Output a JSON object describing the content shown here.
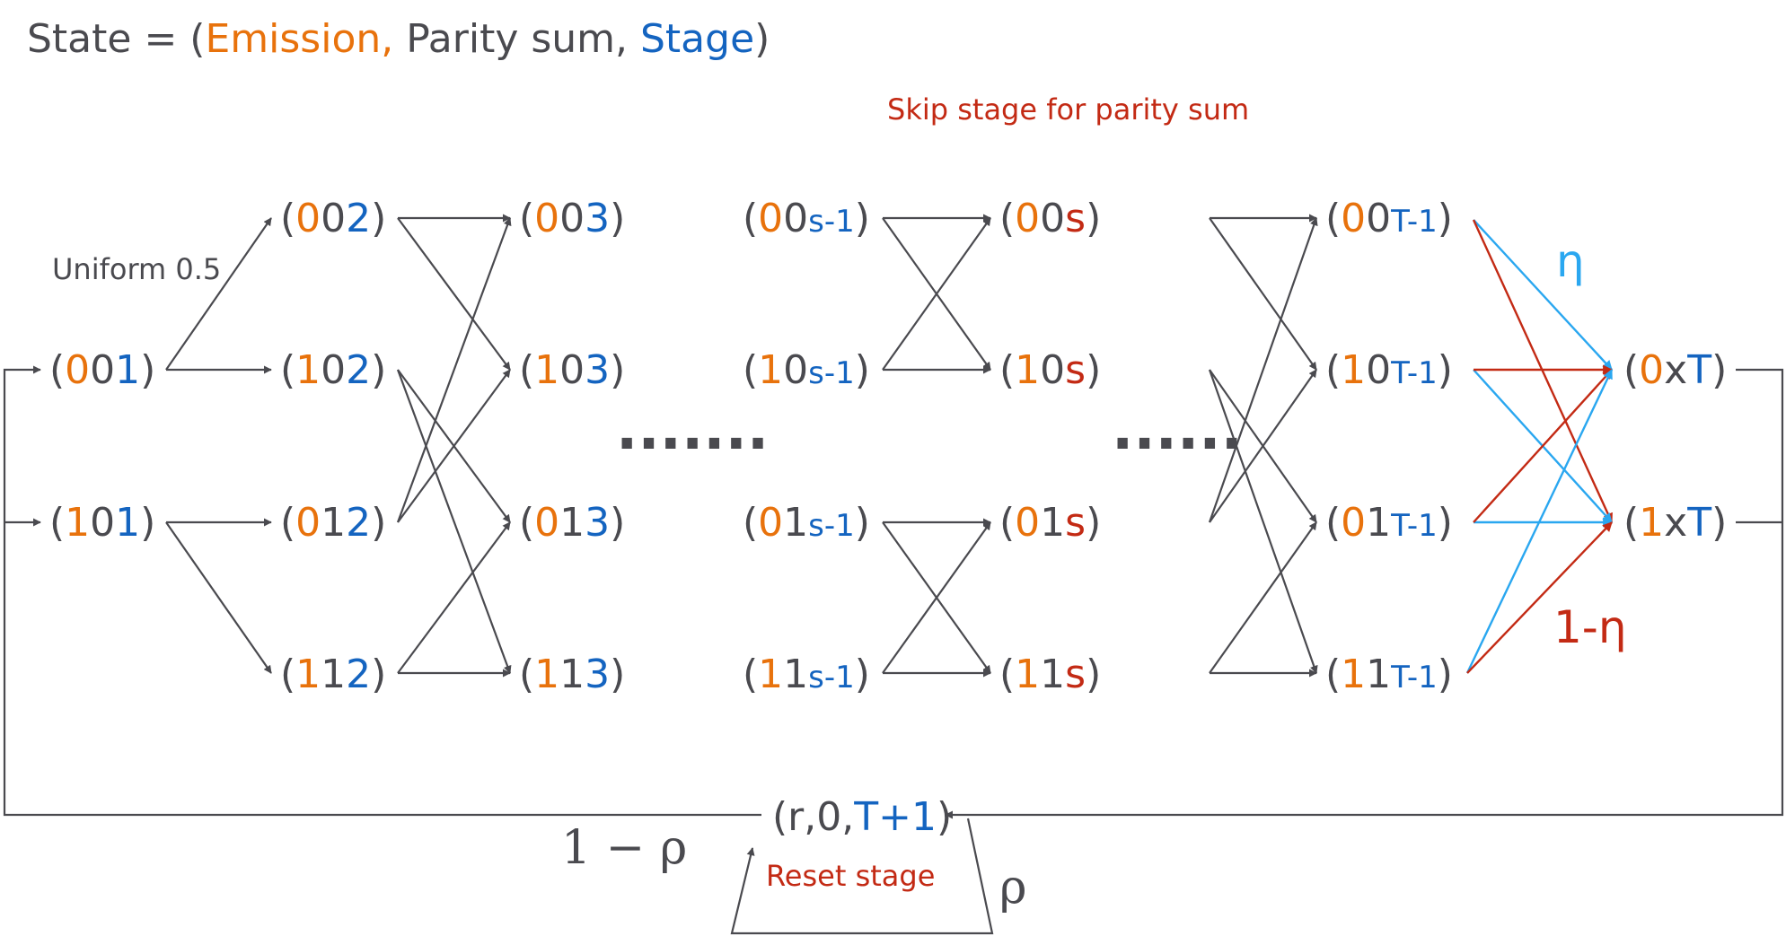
{
  "header": {
    "prefix": "State = (",
    "emission": "Emission,",
    "parity": " Parity sum,",
    "stage": " Stage",
    "suffix": ")"
  },
  "labels": {
    "skip_stage": "Skip stage for parity sum",
    "uniform": "Uniform 0.5",
    "eta": "η",
    "one_minus_eta": "1-η",
    "one_minus_rho": "1 − ρ",
    "rho": "ρ",
    "reset_stage": "Reset stage",
    "dots_mid": ".......",
    "dots_right": "......"
  },
  "colors": {
    "emission": "#e8720c",
    "stage": "#1464c0",
    "text": "#4a4a4f",
    "highlight_red": "#c32a14",
    "eta_blue": "#2aa7f0",
    "arrow": "#4a4a4f"
  },
  "nodes": [
    {
      "id": "001",
      "parts": [
        [
          "(",
          "g"
        ],
        [
          "0",
          "o"
        ],
        [
          "0",
          "g"
        ],
        [
          "1",
          "b"
        ],
        [
          ")",
          "g"
        ]
      ]
    },
    {
      "id": "101",
      "parts": [
        [
          "(",
          "g"
        ],
        [
          "1",
          "o"
        ],
        [
          "0",
          "g"
        ],
        [
          "1",
          "b"
        ],
        [
          ")",
          "g"
        ]
      ]
    },
    {
      "id": "002",
      "parts": [
        [
          "(",
          "g"
        ],
        [
          "0",
          "o"
        ],
        [
          "0",
          "g"
        ],
        [
          "2",
          "b"
        ],
        [
          ")",
          "g"
        ]
      ]
    },
    {
      "id": "102",
      "parts": [
        [
          "(",
          "g"
        ],
        [
          "1",
          "o"
        ],
        [
          "0",
          "g"
        ],
        [
          "2",
          "b"
        ],
        [
          ")",
          "g"
        ]
      ]
    },
    {
      "id": "012",
      "parts": [
        [
          "(",
          "g"
        ],
        [
          "0",
          "o"
        ],
        [
          "1",
          "g"
        ],
        [
          "2",
          "b"
        ],
        [
          ")",
          "g"
        ]
      ]
    },
    {
      "id": "112",
      "parts": [
        [
          "(",
          "g"
        ],
        [
          "1",
          "o"
        ],
        [
          "1",
          "g"
        ],
        [
          "2",
          "b"
        ],
        [
          ")",
          "g"
        ]
      ]
    },
    {
      "id": "003",
      "parts": [
        [
          "(",
          "g"
        ],
        [
          "0",
          "o"
        ],
        [
          "0",
          "g"
        ],
        [
          "3",
          "b"
        ],
        [
          ")",
          "g"
        ]
      ]
    },
    {
      "id": "103",
      "parts": [
        [
          "(",
          "g"
        ],
        [
          "1",
          "o"
        ],
        [
          "0",
          "g"
        ],
        [
          "3",
          "b"
        ],
        [
          ")",
          "g"
        ]
      ]
    },
    {
      "id": "013",
      "parts": [
        [
          "(",
          "g"
        ],
        [
          "0",
          "o"
        ],
        [
          "1",
          "g"
        ],
        [
          "3",
          "b"
        ],
        [
          ")",
          "g"
        ]
      ]
    },
    {
      "id": "113",
      "parts": [
        [
          "(",
          "g"
        ],
        [
          "1",
          "o"
        ],
        [
          "1",
          "g"
        ],
        [
          "3",
          "b"
        ],
        [
          ")",
          "g"
        ]
      ]
    },
    {
      "id": "00s-1",
      "parts": [
        [
          "(",
          "g"
        ],
        [
          "0",
          "o"
        ],
        [
          "0",
          "g"
        ],
        [
          "s-1",
          "b",
          "sm"
        ],
        [
          ")",
          "g"
        ]
      ]
    },
    {
      "id": "10s-1",
      "parts": [
        [
          "(",
          "g"
        ],
        [
          "1",
          "o"
        ],
        [
          "0",
          "g"
        ],
        [
          "s-1",
          "b",
          "sm"
        ],
        [
          ")",
          "g"
        ]
      ]
    },
    {
      "id": "01s-1",
      "parts": [
        [
          "(",
          "g"
        ],
        [
          "0",
          "o"
        ],
        [
          "1",
          "g"
        ],
        [
          "s-1",
          "b",
          "sm"
        ],
        [
          ")",
          "g"
        ]
      ]
    },
    {
      "id": "11s-1",
      "parts": [
        [
          "(",
          "g"
        ],
        [
          "1",
          "o"
        ],
        [
          "1",
          "g"
        ],
        [
          "s-1",
          "b",
          "sm"
        ],
        [
          ")",
          "g"
        ]
      ]
    },
    {
      "id": "00s",
      "parts": [
        [
          "(",
          "g"
        ],
        [
          "0",
          "o"
        ],
        [
          "0",
          "g"
        ],
        [
          "s",
          "r"
        ],
        [
          ")",
          "g"
        ]
      ]
    },
    {
      "id": "10s",
      "parts": [
        [
          "(",
          "g"
        ],
        [
          "1",
          "o"
        ],
        [
          "0",
          "g"
        ],
        [
          "s",
          "r"
        ],
        [
          ")",
          "g"
        ]
      ]
    },
    {
      "id": "01s",
      "parts": [
        [
          "(",
          "g"
        ],
        [
          "0",
          "o"
        ],
        [
          "1",
          "g"
        ],
        [
          "s",
          "r"
        ],
        [
          ")",
          "g"
        ]
      ]
    },
    {
      "id": "11s",
      "parts": [
        [
          "(",
          "g"
        ],
        [
          "1",
          "o"
        ],
        [
          "1",
          "g"
        ],
        [
          "s",
          "r"
        ],
        [
          ")",
          "g"
        ]
      ]
    },
    {
      "id": "00T-1",
      "parts": [
        [
          "(",
          "g"
        ],
        [
          "0",
          "o"
        ],
        [
          "0",
          "g"
        ],
        [
          "T-1",
          "b",
          "sm"
        ],
        [
          ")",
          "g"
        ]
      ]
    },
    {
      "id": "10T-1",
      "parts": [
        [
          "(",
          "g"
        ],
        [
          "1",
          "o"
        ],
        [
          "0",
          "g"
        ],
        [
          "T-1",
          "b",
          "sm"
        ],
        [
          ")",
          "g"
        ]
      ]
    },
    {
      "id": "01T-1",
      "parts": [
        [
          "(",
          "g"
        ],
        [
          "0",
          "o"
        ],
        [
          "1",
          "g"
        ],
        [
          "T-1",
          "b",
          "sm"
        ],
        [
          ")",
          "g"
        ]
      ]
    },
    {
      "id": "11T-1",
      "parts": [
        [
          "(",
          "g"
        ],
        [
          "1",
          "o"
        ],
        [
          "1",
          "g"
        ],
        [
          "T-1",
          "b",
          "sm"
        ],
        [
          ")",
          "g"
        ]
      ]
    },
    {
      "id": "0xT",
      "parts": [
        [
          "(",
          "g"
        ],
        [
          "0",
          "o"
        ],
        [
          "x",
          "g"
        ],
        [
          "T",
          "b"
        ],
        [
          ")",
          "g"
        ]
      ]
    },
    {
      "id": "1xT",
      "parts": [
        [
          "(",
          "g"
        ],
        [
          "1",
          "o"
        ],
        [
          "x",
          "g"
        ],
        [
          "T",
          "b"
        ],
        [
          ")",
          "g"
        ]
      ]
    },
    {
      "id": "reset",
      "parts": [
        [
          "(r,0,",
          "g"
        ],
        [
          "T+1",
          "b"
        ],
        [
          ")",
          "g"
        ]
      ]
    }
  ]
}
